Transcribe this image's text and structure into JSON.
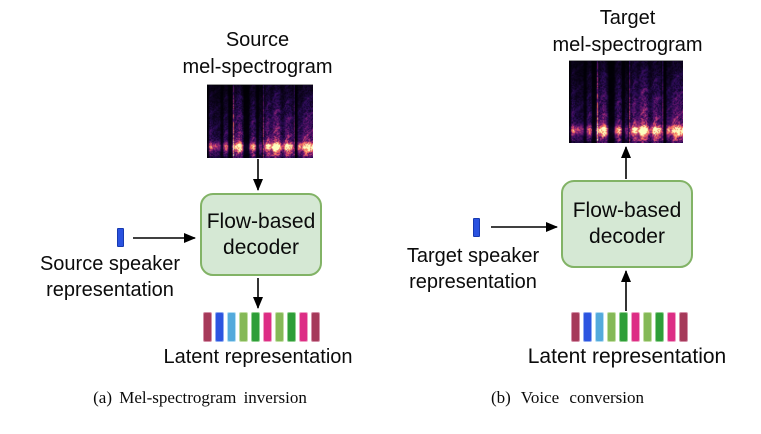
{
  "figure": {
    "panels": [
      {
        "title_lines": [
          "Source",
          "mel-spectrogram"
        ],
        "decoder_lines": [
          "Flow-based",
          "decoder"
        ],
        "speaker_lines": [
          "Source speaker",
          "representation"
        ],
        "latent_label": "Latent representation",
        "caption": "(a) Mel-spectrogram inversion"
      },
      {
        "title_lines": [
          "Target",
          "mel-spectrogram"
        ],
        "decoder_lines": [
          "Flow-based",
          "decoder"
        ],
        "speaker_lines": [
          "Target speaker",
          "representation"
        ],
        "latent_label": "Latent representation",
        "caption": "(b) Voice conversion"
      }
    ],
    "colors": {
      "decoder_fill": "#d5e8d4",
      "decoder_border": "#82b366",
      "speaker_bar_fill": "#2a52e0",
      "speaker_bar_border": "#173ab0",
      "arrow": "#000000",
      "latent_bars": [
        {
          "fill": "#a63a5a",
          "border": "#d490a8"
        },
        {
          "fill": "#2d55e0",
          "border": "#8fabf2"
        },
        {
          "fill": "#54aadc",
          "border": "#b0dcf4"
        },
        {
          "fill": "#85b957",
          "border": "#c2dfa4"
        },
        {
          "fill": "#2e9e38",
          "border": "#90d090"
        },
        {
          "fill": "#dd2d85",
          "border": "#efa0c4"
        },
        {
          "fill": "#85b957",
          "border": "#c2dfa4"
        },
        {
          "fill": "#2e9e38",
          "border": "#90d090"
        },
        {
          "fill": "#dd2d85",
          "border": "#efa0c4"
        },
        {
          "fill": "#a63a5a",
          "border": "#d490a8"
        }
      ],
      "spectrogram_colormap": [
        "#000004",
        "#280b54",
        "#65156e",
        "#b63679",
        "#f1605d",
        "#fd9668",
        "#fcfdbf"
      ]
    }
  }
}
